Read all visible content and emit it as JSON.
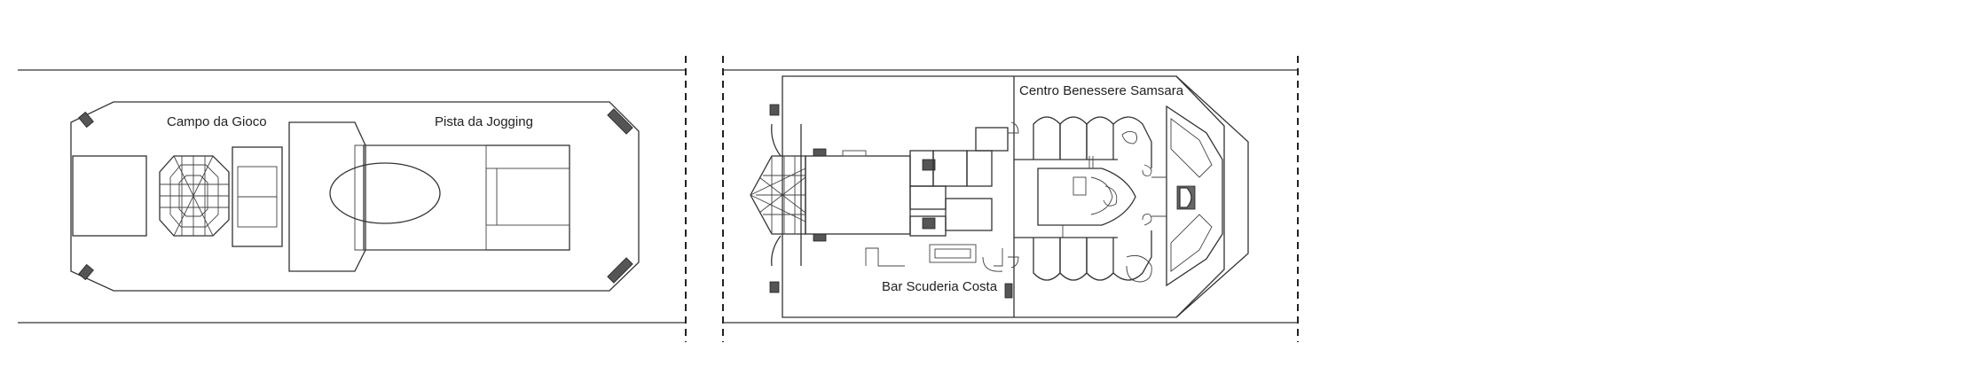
{
  "labels": {
    "campo_da_gioco": "Campo da Gioco",
    "pista_da_jogging": "Pista da Jogging",
    "centro_benessere": "Centro Benessere Samsara",
    "bar_scuderia": "Bar Scuderia Costa"
  },
  "colors": {
    "line": "#333333",
    "fill_dark": "#555555",
    "background": "#ffffff"
  }
}
